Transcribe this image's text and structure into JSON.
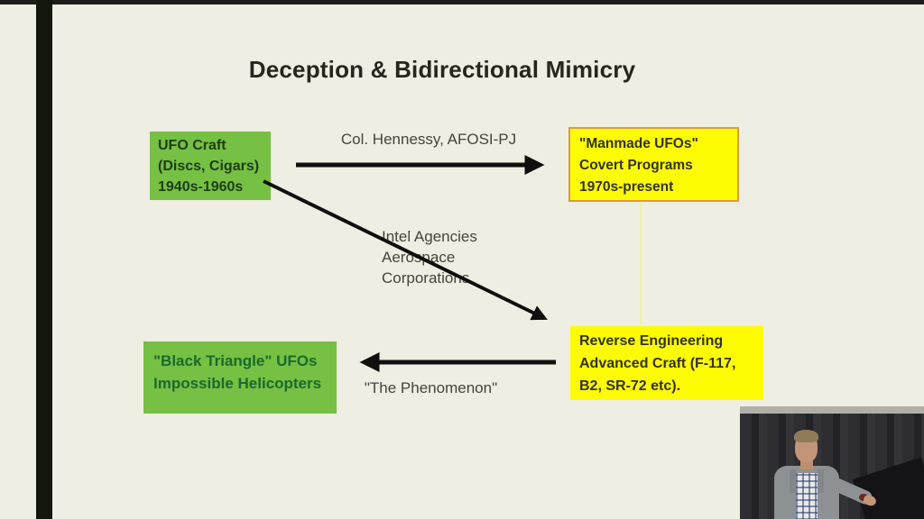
{
  "slide": {
    "title": "Deception & Bidirectional Mimicry",
    "nodes": {
      "ufo_craft": {
        "lines": [
          "UFO Craft",
          "(Discs, Cigars)",
          "1940s-1960s"
        ],
        "fill": "#76c043"
      },
      "manmade_ufos": {
        "lines": [
          "\"Manmade UFOs\"",
          "Covert Programs",
          "1970s-present"
        ],
        "fill": "#fdfc02",
        "border": "#da9b40"
      },
      "reverse_engineering": {
        "lines": [
          "Reverse Engineering",
          "Advanced Craft (F-117,",
          "B2, SR-72 etc)."
        ],
        "fill": "#fdfc02"
      },
      "black_triangle": {
        "lines": [
          "\"Black Triangle\" UFOs",
          "Impossible Helicopters"
        ],
        "fill": "#76c043"
      }
    },
    "edge_labels": {
      "top_arrow": "Col. Hennessy, AFOSI-PJ",
      "diagonal_arrow": [
        "Intel Agencies",
        "Aerospace",
        "Corporations"
      ],
      "bottom_arrow": "\"The Phenomenon\""
    },
    "colors": {
      "background": "#efeee3",
      "green_node": "#76c043",
      "yellow_node": "#fdfc02",
      "yellow_node_border": "#da9b40",
      "arrow": "#0f0f0d",
      "pale_connector": "#edf0ad",
      "left_stripe": "#13160c"
    }
  }
}
